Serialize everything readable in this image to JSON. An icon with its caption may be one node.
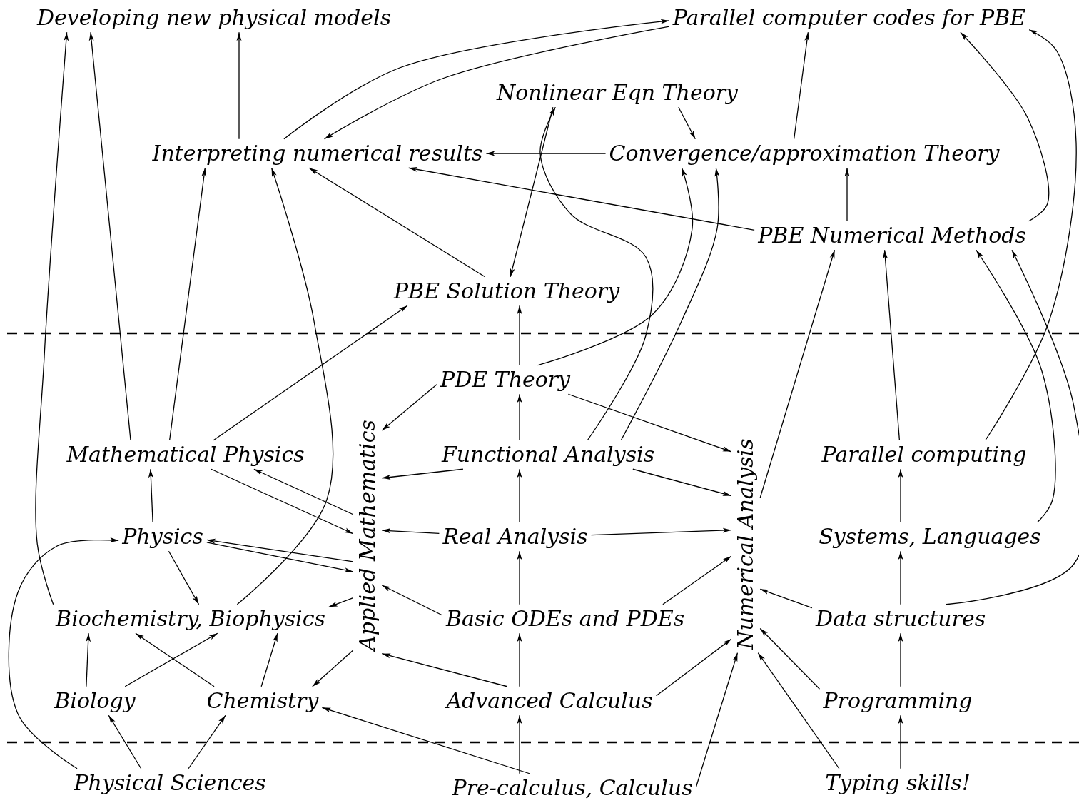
{
  "diagram": {
    "nodes": [
      {
        "text": [
          "Developing new physical models"
        ]
      },
      {
        "text": [
          "Parallel computer codes for PBE"
        ]
      },
      {
        "text": [
          "Nonlinear Eqn Theory"
        ]
      },
      {
        "text": [
          "Interpreting numerical results"
        ]
      },
      {
        "text": [
          "Convergence/approximation Theory"
        ]
      },
      {
        "text": [
          "PBE Numerical Methods"
        ]
      },
      {
        "text": [
          "PBE Solution Theory"
        ]
      },
      {
        "text": [
          "PDE Theory"
        ]
      },
      {
        "text": [
          "Mathematical Physics"
        ]
      },
      {
        "text": [
          "Applied Mathematics"
        ]
      },
      {
        "text": [
          "Functional Analysis"
        ]
      },
      {
        "text": [
          "Numerical Analysis"
        ]
      },
      {
        "text": [
          "Parallel computing"
        ]
      },
      {
        "text": [
          "Physics"
        ]
      },
      {
        "text": [
          "Real Analysis"
        ]
      },
      {
        "text": [
          "Systems, Languages"
        ]
      },
      {
        "text": [
          "Biochemistry, Biophysics"
        ]
      },
      {
        "text": [
          "Basic ODEs and PDEs"
        ]
      },
      {
        "text": [
          "Data structures"
        ]
      },
      {
        "text": [
          "Biology"
        ]
      },
      {
        "text": [
          "Chemistry"
        ]
      },
      {
        "text": [
          "Advanced Calculus"
        ]
      },
      {
        "text": [
          "Programming"
        ]
      },
      {
        "text": [
          "Physical Sciences"
        ]
      },
      {
        "text": [
          "Pre-calculus, Calculus"
        ]
      },
      {
        "text": [
          "Typing skills!"
        ]
      }
    ],
    "edges": [
      {
        "from": 3,
        "to": 0,
        "arrow": "to"
      },
      {
        "from": 3,
        "to": 1,
        "arrow": "to"
      },
      {
        "from": 1,
        "to": 3,
        "arrow": "to"
      },
      {
        "from": 2,
        "to": 4,
        "arrow": "to"
      },
      {
        "from": 4,
        "to": 3,
        "arrow": "to"
      },
      {
        "from": 2,
        "to": 6,
        "arrow": "to"
      },
      {
        "from": 10,
        "to": 2,
        "arrow": "to"
      },
      {
        "from": 7,
        "to": 4,
        "arrow": "to"
      },
      {
        "from": 10,
        "to": 4,
        "arrow": "to"
      },
      {
        "from": 5,
        "to": 3,
        "arrow": "to"
      },
      {
        "from": 5,
        "to": 4,
        "arrow": "to"
      },
      {
        "from": 4,
        "to": 1,
        "arrow": "to"
      },
      {
        "from": 5,
        "to": 1,
        "arrow": "to"
      },
      {
        "from": 12,
        "to": 1,
        "arrow": "to"
      },
      {
        "from": 6,
        "to": 3,
        "arrow": "to"
      },
      {
        "from": 7,
        "to": 6,
        "arrow": "to"
      },
      {
        "from": 8,
        "to": 0,
        "arrow": "to"
      },
      {
        "from": 16,
        "to": 0,
        "arrow": "to"
      },
      {
        "from": 8,
        "to": 3,
        "arrow": "to"
      },
      {
        "from": 16,
        "to": 3,
        "arrow": "to"
      },
      {
        "from": 8,
        "to": 6,
        "arrow": "to"
      },
      {
        "from": 7,
        "to": 9,
        "arrow": "to"
      },
      {
        "from": 7,
        "to": 11,
        "arrow": "to"
      },
      {
        "from": 10,
        "to": 9,
        "arrow": "to"
      },
      {
        "from": 10,
        "to": 11,
        "arrow": "to"
      },
      {
        "from": 10,
        "to": 7,
        "arrow": "to"
      },
      {
        "from": 14,
        "to": 10,
        "arrow": "to"
      },
      {
        "from": 14,
        "to": 9,
        "arrow": "to"
      },
      {
        "from": 14,
        "to": 11,
        "arrow": "to"
      },
      {
        "from": 8,
        "to": 9,
        "arrow": "to"
      },
      {
        "from": 9,
        "to": 8,
        "arrow": "to"
      },
      {
        "from": 13,
        "to": 8,
        "arrow": "to"
      },
      {
        "from": 9,
        "to": 13,
        "arrow": "to"
      },
      {
        "from": 13,
        "to": 9,
        "arrow": "to"
      },
      {
        "from": 13,
        "to": 16,
        "arrow": "to"
      },
      {
        "from": 9,
        "to": 16,
        "arrow": "to"
      },
      {
        "from": 17,
        "to": 9,
        "arrow": "to"
      },
      {
        "from": 17,
        "to": 14,
        "arrow": "to"
      },
      {
        "from": 17,
        "to": 11,
        "arrow": "to"
      },
      {
        "from": 18,
        "to": 11,
        "arrow": "to"
      },
      {
        "from": 18,
        "to": 15,
        "arrow": "to"
      },
      {
        "from": 15,
        "to": 12,
        "arrow": "to"
      },
      {
        "from": 12,
        "to": 5,
        "arrow": "to"
      },
      {
        "from": 11,
        "to": 5,
        "arrow": "to"
      },
      {
        "from": 15,
        "to": 5,
        "arrow": "to"
      },
      {
        "from": 18,
        "to": 5,
        "arrow": "to"
      },
      {
        "from": 19,
        "to": 16,
        "arrow": "to"
      },
      {
        "from": 19,
        "to": 16,
        "arrow": "to"
      },
      {
        "from": 20,
        "to": 16,
        "arrow": "to"
      },
      {
        "from": 20,
        "to": 16,
        "arrow": "to"
      },
      {
        "from": 9,
        "to": 20,
        "arrow": "to"
      },
      {
        "from": 21,
        "to": 9,
        "arrow": "to"
      },
      {
        "from": 21,
        "to": 17,
        "arrow": "to"
      },
      {
        "from": 21,
        "to": 11,
        "arrow": "to"
      },
      {
        "from": 23,
        "to": 19,
        "arrow": "to"
      },
      {
        "from": 23,
        "to": 20,
        "arrow": "to"
      },
      {
        "from": 23,
        "to": 13,
        "arrow": "to"
      },
      {
        "from": 24,
        "to": 20,
        "arrow": "to"
      },
      {
        "from": 24,
        "to": 21,
        "arrow": "to"
      },
      {
        "from": 24,
        "to": 11,
        "arrow": "to"
      },
      {
        "from": 25,
        "to": 11,
        "arrow": "to"
      },
      {
        "from": 22,
        "to": 11,
        "arrow": "to"
      },
      {
        "from": 25,
        "to": 22,
        "arrow": "to"
      },
      {
        "from": 22,
        "to": 18,
        "arrow": "to"
      }
    ]
  }
}
